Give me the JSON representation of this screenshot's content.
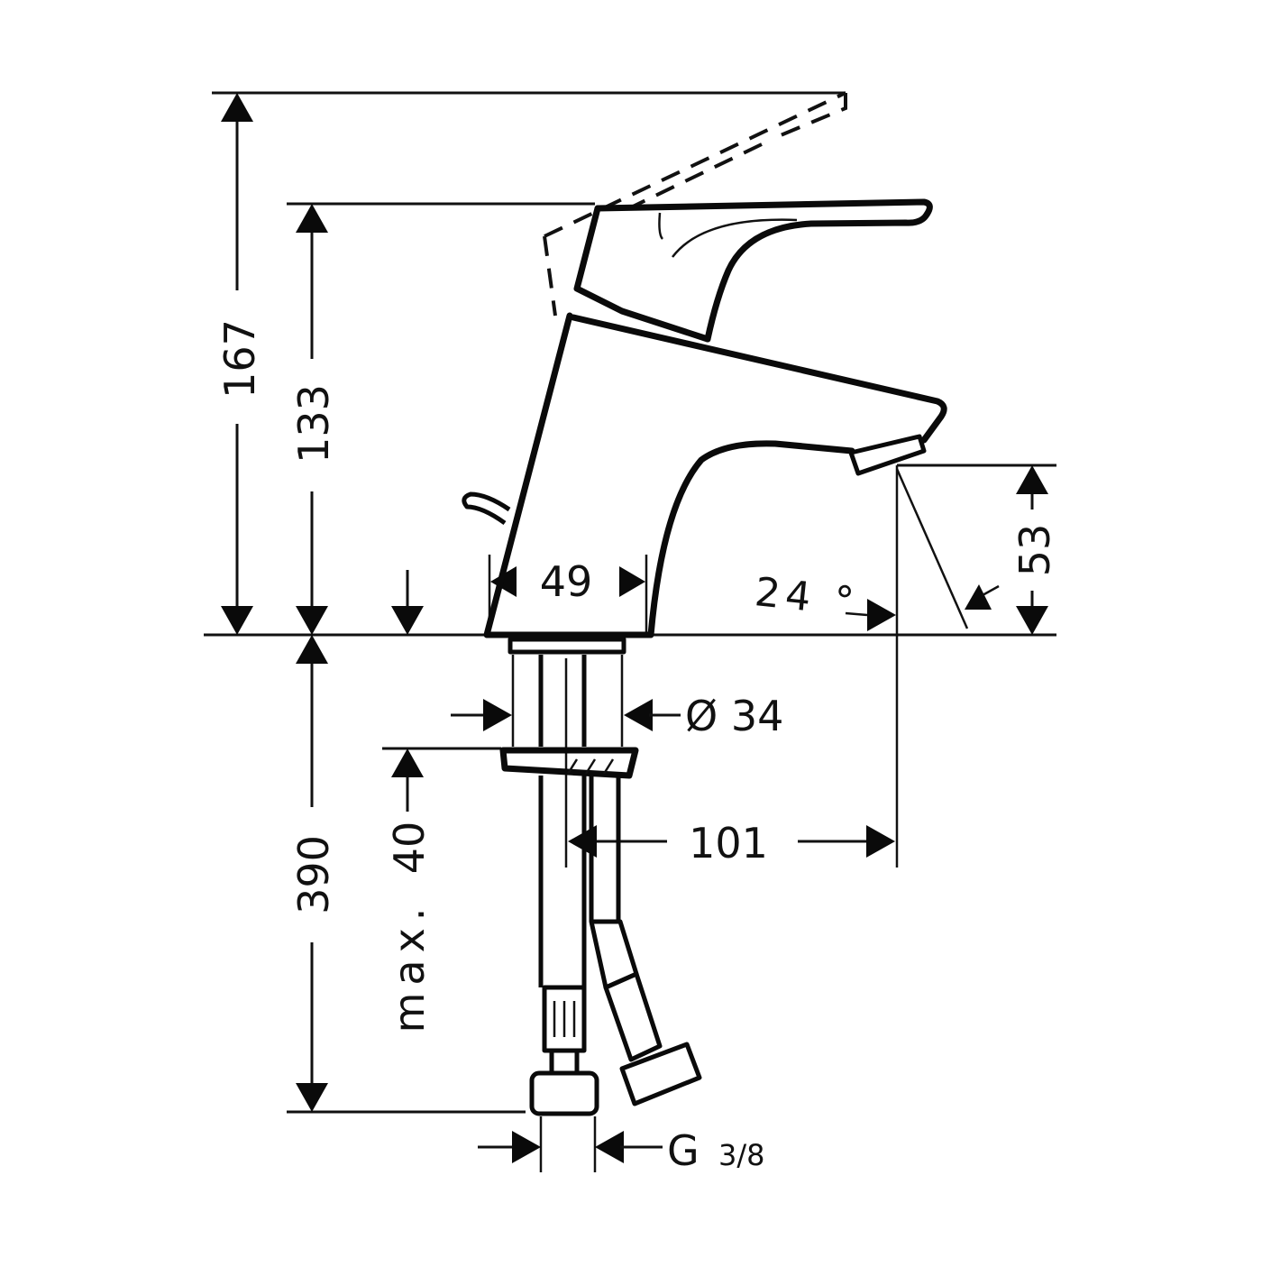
{
  "title": "Basin mixer technical dimension drawing",
  "colors": {
    "line": "#0a0a0a",
    "background": "#ffffff"
  },
  "dimensions": {
    "total_height_lever_open": "167",
    "height_to_lever": "133",
    "spout_outlet_height": "53",
    "body_base_width": "49",
    "spout_angle": "24 °",
    "shank_diameter": "Ø 34",
    "max_countertop_thickness_prefix": "max.",
    "max_countertop_thickness": "40",
    "spout_reach": "101",
    "hose_length": "390",
    "connection_thread": "G",
    "connection_thread_fraction": "3/8"
  }
}
